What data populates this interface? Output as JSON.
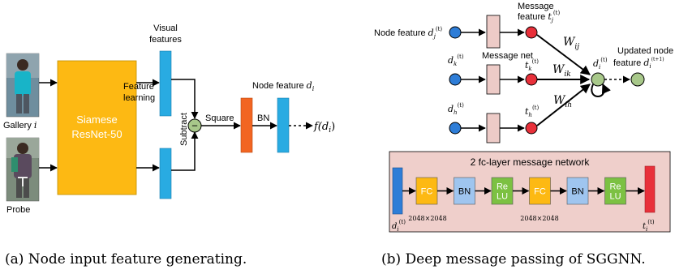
{
  "left_panel": {
    "caption": "(a) Node input feature generating.",
    "gallery_label": "Gallery",
    "gallery_var": "i",
    "probe_label": "Probe",
    "backbone_line1": "Siamese",
    "backbone_line2": "ResNet-50",
    "visual_features_line1": "Visual",
    "visual_features_line2": "features",
    "feature_learning_line1": "Feature",
    "feature_learning_line2": "learning",
    "subtract_label": "Subtract",
    "subtract_symbol": "−",
    "square_label": "Square",
    "bn_label": "BN",
    "node_feature_label": "Node feature",
    "node_feature_var": "d",
    "node_feature_sub": "i",
    "output_label": "f(d",
    "output_sub": "i",
    "output_close": ")",
    "colors": {
      "backbone": "#FDB913",
      "feature": "#29ABE2",
      "square": "#F26522",
      "subtract_node": "#A8C88A"
    }
  },
  "right_panel": {
    "caption": "(b) Deep message passing of SGGNN.",
    "node_feature_label": "Node feature",
    "node_feature_j_var": "d",
    "node_feature_j_sub": "j",
    "node_feature_j_sup": "(t)",
    "message_feature_line1": "Message",
    "message_feature_line2": "feature",
    "message_feature_var": "t",
    "message_feature_sub": "j",
    "message_feature_sup": "(t)",
    "message_net_label": "Message net",
    "node_k_var": "d",
    "node_k_sub": "k",
    "node_k_sup": "(t)",
    "node_h_var": "d",
    "node_h_sub": "h",
    "node_h_sup": "(t)",
    "msg_k_var": "t",
    "msg_k_sub": "k",
    "msg_k_sup": "(t)",
    "msg_h_var": "t",
    "msg_h_sub": "h",
    "msg_h_sup": "(t)",
    "w_ij": "W",
    "w_ij_sub": "ij",
    "w_ik": "W",
    "w_ik_sub": "ik",
    "w_ih": "W",
    "w_ih_sub": "ih",
    "center_var": "d",
    "center_sub": "i",
    "center_sup": "(t)",
    "updated_line1": "Updated node",
    "updated_line2": "feature",
    "updated_var": "d",
    "updated_sub": "i",
    "updated_sup": "(t+1)",
    "message_network": {
      "title": "2  fc-layer message network",
      "input_var": "d",
      "input_sub": "i",
      "input_sup": "(t)",
      "output_var": "t",
      "output_sub": "i",
      "output_sup": "(t)",
      "layers": [
        {
          "label": "FC",
          "kind": "fc"
        },
        {
          "label": "BN",
          "kind": "bn"
        },
        {
          "label": "Re\nLU",
          "kind": "relu"
        },
        {
          "label": "FC",
          "kind": "fc"
        },
        {
          "label": "BN",
          "kind": "bn"
        },
        {
          "label": "Re\nLU",
          "kind": "relu"
        }
      ],
      "dim_label_1": "2048×2048",
      "dim_label_2": "2048×2048"
    },
    "colors": {
      "node_blue": "#2E7DD7",
      "node_red": "#E8303A",
      "node_green": "#A8C88A",
      "message_net_box": "#EDCBC7",
      "panel_bg": "#EFCFCB",
      "fc": "#FDB913",
      "bn": "#9FC5EF",
      "relu": "#7CC142",
      "input_bar": "#2E7DD7",
      "output_bar": "#E8303A"
    }
  }
}
